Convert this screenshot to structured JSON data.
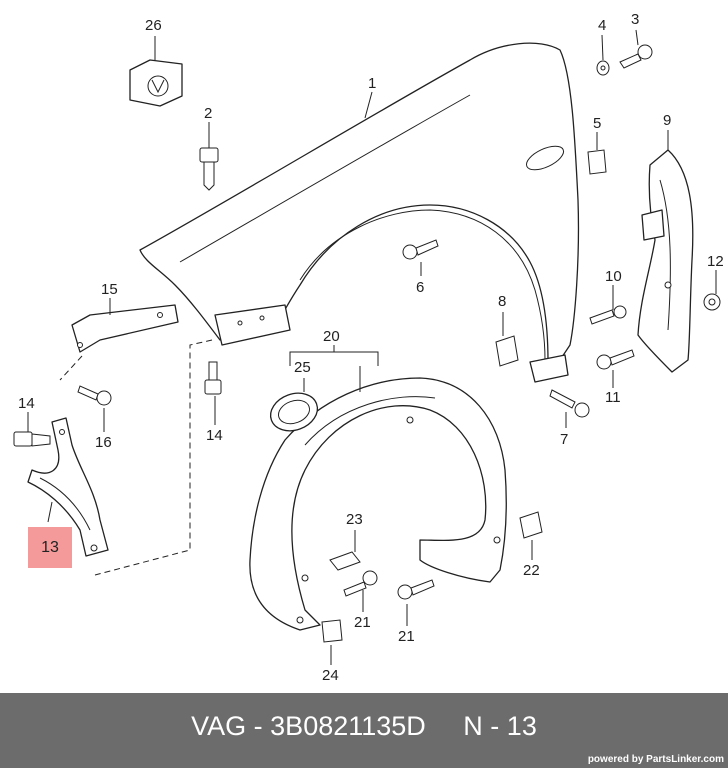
{
  "colors": {
    "line": "#222222",
    "highlight": "#f59a9a",
    "footer_bg": "#6c6c6c",
    "footer_text": "#ffffff"
  },
  "highlight": {
    "label": "13"
  },
  "callouts": [
    {
      "id": "c1",
      "label": "1"
    },
    {
      "id": "c2",
      "label": "2"
    },
    {
      "id": "c3",
      "label": "3"
    },
    {
      "id": "c4",
      "label": "4"
    },
    {
      "id": "c5",
      "label": "5"
    },
    {
      "id": "c6",
      "label": "6"
    },
    {
      "id": "c7",
      "label": "7"
    },
    {
      "id": "c8",
      "label": "8"
    },
    {
      "id": "c9",
      "label": "9"
    },
    {
      "id": "c10",
      "label": "10"
    },
    {
      "id": "c11",
      "label": "11"
    },
    {
      "id": "c12",
      "label": "12"
    },
    {
      "id": "c14a",
      "label": "14"
    },
    {
      "id": "c14b",
      "label": "14"
    },
    {
      "id": "c15",
      "label": "15"
    },
    {
      "id": "c16",
      "label": "16"
    },
    {
      "id": "c20",
      "label": "20"
    },
    {
      "id": "c21a",
      "label": "21"
    },
    {
      "id": "c21b",
      "label": "21"
    },
    {
      "id": "c22",
      "label": "22"
    },
    {
      "id": "c23",
      "label": "23"
    },
    {
      "id": "c24",
      "label": "24"
    },
    {
      "id": "c25",
      "label": "25"
    },
    {
      "id": "c26",
      "label": "26"
    }
  ],
  "footer": {
    "caption": "VAG - 3B0821135D     N - 13",
    "powered_by": "powered by PartsLinker.com"
  }
}
